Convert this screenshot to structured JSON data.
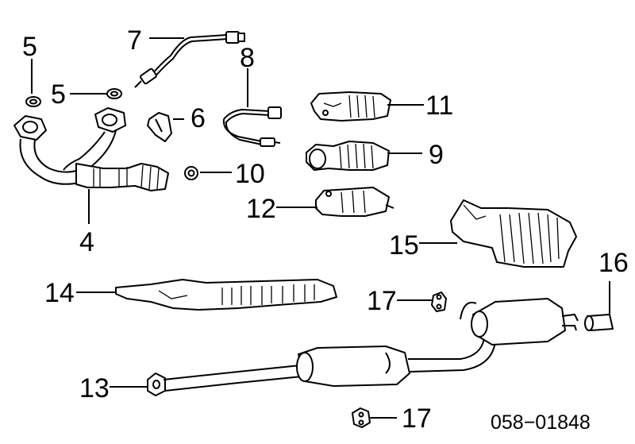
{
  "labels": {
    "l4": "4",
    "l5a": "5",
    "l5b": "5",
    "l6": "6",
    "l7": "7",
    "l8": "8",
    "l9": "9",
    "l10": "10",
    "l11": "11",
    "l12": "12",
    "l13": "13",
    "l14": "14",
    "l15": "15",
    "l16": "16",
    "l17a": "17",
    "l17b": "17"
  },
  "diagram_code": "058−01848"
}
